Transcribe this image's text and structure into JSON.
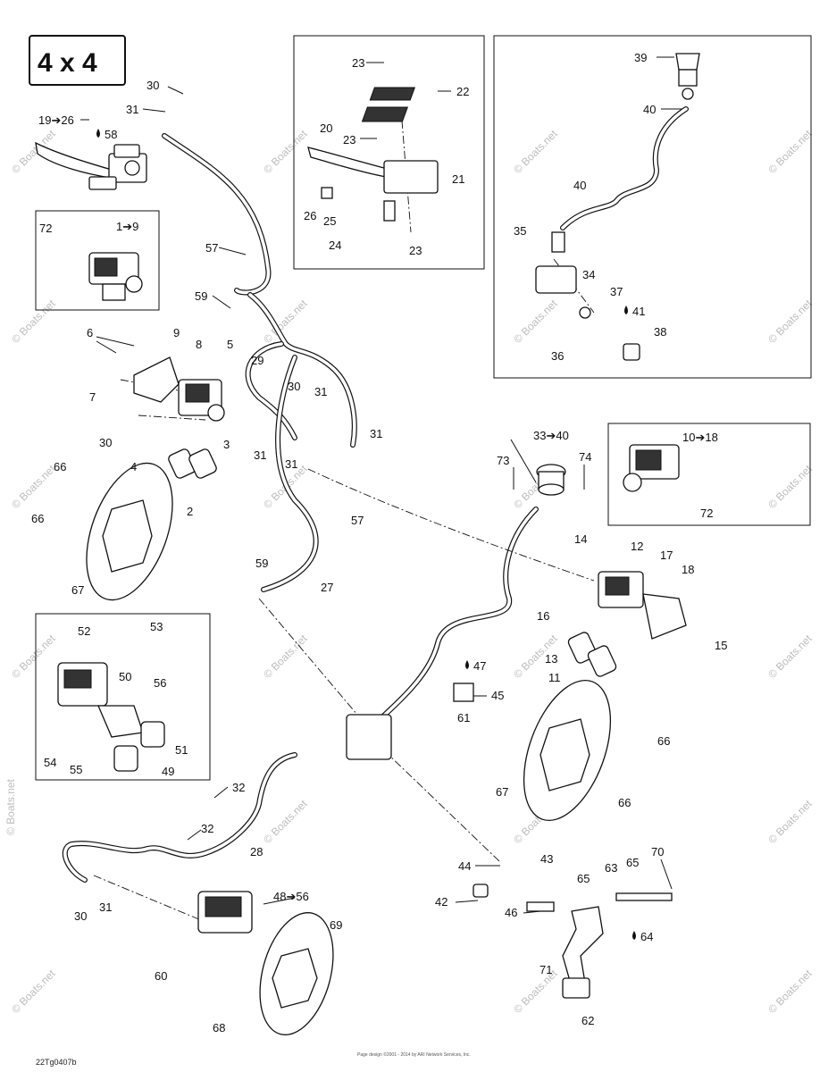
{
  "diagram": {
    "badge": "4 x 4",
    "footer_code": "22Tg0407b",
    "footer_credit": "Page design ©2001 - 2014 by ARI Network Services, Inc.",
    "watermark": "© Boats.net",
    "callouts": [
      {
        "id": "c1",
        "text": "30"
      },
      {
        "id": "c2",
        "text": "31"
      },
      {
        "id": "c3",
        "text": "19➔26"
      },
      {
        "id": "c4",
        "text": "58"
      },
      {
        "id": "c5",
        "text": "72"
      },
      {
        "id": "c6",
        "text": "1➔9"
      },
      {
        "id": "c7",
        "text": "57"
      },
      {
        "id": "c8",
        "text": "59"
      },
      {
        "id": "c9",
        "text": "6"
      },
      {
        "id": "c10",
        "text": "9"
      },
      {
        "id": "c11",
        "text": "8"
      },
      {
        "id": "c12",
        "text": "5"
      },
      {
        "id": "c13",
        "text": "7"
      },
      {
        "id": "c14",
        "text": "29"
      },
      {
        "id": "c15",
        "text": "30"
      },
      {
        "id": "c16",
        "text": "31"
      },
      {
        "id": "c17",
        "text": "30"
      },
      {
        "id": "c18",
        "text": "3"
      },
      {
        "id": "c19",
        "text": "31"
      },
      {
        "id": "c20",
        "text": "31"
      },
      {
        "id": "c21",
        "text": "31"
      },
      {
        "id": "c22",
        "text": "4"
      },
      {
        "id": "c23",
        "text": "66"
      },
      {
        "id": "c24",
        "text": "2"
      },
      {
        "id": "c25",
        "text": "66"
      },
      {
        "id": "c26",
        "text": "57"
      },
      {
        "id": "c27",
        "text": "59"
      },
      {
        "id": "c28",
        "text": "67"
      },
      {
        "id": "c29",
        "text": "27"
      },
      {
        "id": "c30",
        "text": "23"
      },
      {
        "id": "c31",
        "text": "22"
      },
      {
        "id": "c32",
        "text": "20"
      },
      {
        "id": "c33",
        "text": "23"
      },
      {
        "id": "c34",
        "text": "21"
      },
      {
        "id": "c35",
        "text": "26"
      },
      {
        "id": "c36",
        "text": "25"
      },
      {
        "id": "c37",
        "text": "24"
      },
      {
        "id": "c38",
        "text": "23"
      },
      {
        "id": "c39",
        "text": "39"
      },
      {
        "id": "c40",
        "text": "40"
      },
      {
        "id": "c41",
        "text": "40"
      },
      {
        "id": "c42",
        "text": "35"
      },
      {
        "id": "c43",
        "text": "34"
      },
      {
        "id": "c44",
        "text": "37"
      },
      {
        "id": "c45",
        "text": "41"
      },
      {
        "id": "c46",
        "text": "38"
      },
      {
        "id": "c47",
        "text": "36"
      },
      {
        "id": "c48",
        "text": "33➔40"
      },
      {
        "id": "c49",
        "text": "73"
      },
      {
        "id": "c50",
        "text": "74"
      },
      {
        "id": "c51",
        "text": "10➔18"
      },
      {
        "id": "c52",
        "text": "72"
      },
      {
        "id": "c53",
        "text": "14"
      },
      {
        "id": "c54",
        "text": "12"
      },
      {
        "id": "c55",
        "text": "17"
      },
      {
        "id": "c56",
        "text": "18"
      },
      {
        "id": "c57",
        "text": "16"
      },
      {
        "id": "c58",
        "text": "15"
      },
      {
        "id": "c59",
        "text": "13"
      },
      {
        "id": "c60",
        "text": "11"
      },
      {
        "id": "c61",
        "text": "47"
      },
      {
        "id": "c62",
        "text": "45"
      },
      {
        "id": "c63",
        "text": "61"
      },
      {
        "id": "c64",
        "text": "52"
      },
      {
        "id": "c65",
        "text": "53"
      },
      {
        "id": "c66",
        "text": "50"
      },
      {
        "id": "c67",
        "text": "56"
      },
      {
        "id": "c68",
        "text": "51"
      },
      {
        "id": "c69",
        "text": "54"
      },
      {
        "id": "c70",
        "text": "55"
      },
      {
        "id": "c71",
        "text": "49"
      },
      {
        "id": "c72",
        "text": "66"
      },
      {
        "id": "c73",
        "text": "67"
      },
      {
        "id": "c74",
        "text": "66"
      },
      {
        "id": "c75",
        "text": "32"
      },
      {
        "id": "c76",
        "text": "32"
      },
      {
        "id": "c77",
        "text": "28"
      },
      {
        "id": "c78",
        "text": "44"
      },
      {
        "id": "c79",
        "text": "43"
      },
      {
        "id": "c80",
        "text": "70"
      },
      {
        "id": "c81",
        "text": "65"
      },
      {
        "id": "c82",
        "text": "63"
      },
      {
        "id": "c83",
        "text": "65"
      },
      {
        "id": "c84",
        "text": "42"
      },
      {
        "id": "c85",
        "text": "46"
      },
      {
        "id": "c86",
        "text": "64"
      },
      {
        "id": "c87",
        "text": "71"
      },
      {
        "id": "c88",
        "text": "62"
      },
      {
        "id": "c89",
        "text": "48➔56"
      },
      {
        "id": "c90",
        "text": "31"
      },
      {
        "id": "c91",
        "text": "30"
      },
      {
        "id": "c92",
        "text": "69"
      },
      {
        "id": "c93",
        "text": "60"
      },
      {
        "id": "c94",
        "text": "68"
      }
    ]
  }
}
